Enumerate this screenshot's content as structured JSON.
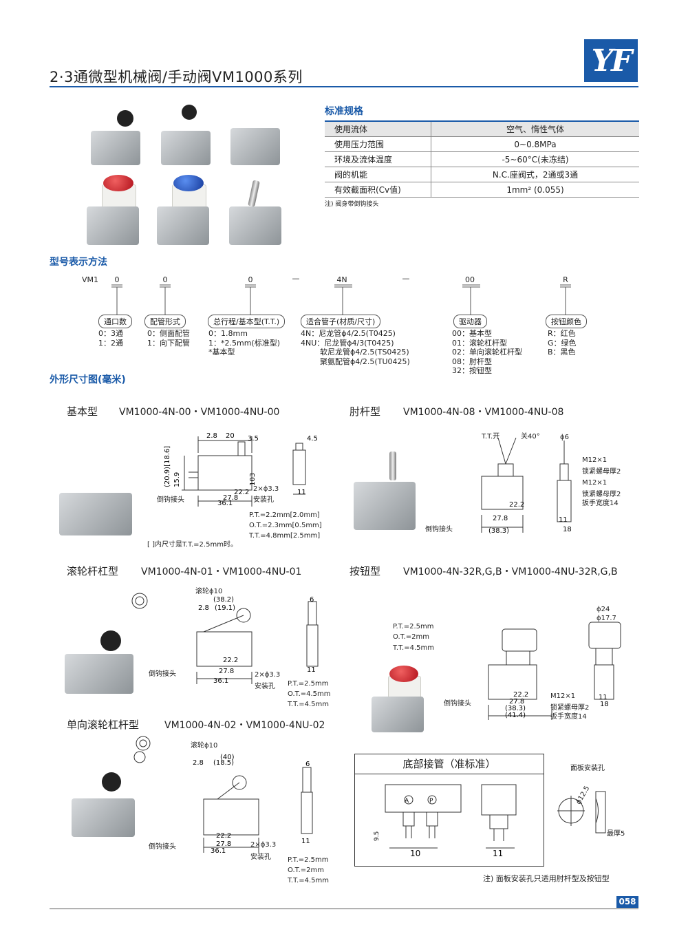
{
  "header": {
    "title": "2·3通微型机械阀/手动阀VM1000系列",
    "logo_text": "YF"
  },
  "spec": {
    "section_title": "标准规格",
    "rows": [
      {
        "label": "使用流体",
        "value": "空气、惰性气体"
      },
      {
        "label": "使用压力范围",
        "value": "0~0.8MPa"
      },
      {
        "label": "环境及流体温度",
        "value": "-5~60°C(未冻结)"
      },
      {
        "label": "阀的机能",
        "value": "N.C.座阀式，2通或3通"
      },
      {
        "label": "有效截面积(Cv值)",
        "value": "1mm² (0.055)"
      }
    ],
    "note": "注) 阀身带倒钩接头"
  },
  "model": {
    "section_title": "型号表示方法",
    "prefix": "VM1",
    "codes": [
      "0",
      "0",
      "0",
      "—",
      "4N",
      "—",
      "00",
      "R"
    ],
    "groups": [
      {
        "label": "通口数",
        "options": "0：3通\n1：2通"
      },
      {
        "label": "配管形式",
        "options": "0：侧面配管\n1：向下配管"
      },
      {
        "label": "总行程/基本型(T.T.)",
        "options": "0：1.8mm\n1：*2.5mm(标准型)\n*基本型"
      },
      {
        "label": "适合管子(材质/尺寸)",
        "options": "4N：尼龙管ϕ4/2.5(T0425)\n4NU：尼龙管ϕ4/3(T0425)\n        软尼龙管ϕ4/2.5(TS0425)\n        聚氨配管ϕ4/2.5(TU0425)"
      },
      {
        "label": "驱动器",
        "options": "00：基本型\n01：滚轮杠杆型\n02：单向滚轮杠杆型\n08：肘杆型\n32：按钮型"
      },
      {
        "label": "按钮颜色",
        "options": "R：红色\nG：绿色\nB：黑色"
      }
    ]
  },
  "dims": {
    "section_title": "外形尺寸图(毫米)",
    "basic": {
      "name": "基本型",
      "models": "VM1000-4N-00・VM1000-4NU-00",
      "pt": "P.T.=2.2mm[2.0mm]",
      "ot": "O.T.=2.3mm[0.5mm]",
      "tt": "T.T.=4.8mm[2.5mm]",
      "note": "[ ]内尺寸是T.T.=2.5mm时。"
    },
    "toggle": {
      "name": "肘杆型",
      "models": "VM1000-4N-08・VM1000-4NU-08"
    },
    "roller": {
      "name": "滚轮杆杠型",
      "models": "VM1000-4N-01・VM1000-4NU-01",
      "pt": "P.T.=2.5mm",
      "ot": "O.T.=4.5mm",
      "tt": "T.T.=4.5mm"
    },
    "button": {
      "name": "按钮型",
      "models": "VM1000-4N-32R,G,B・VM1000-4NU-32R,G,B",
      "pt": "P.T.=2.5mm",
      "ot": "O.T.=2mm",
      "tt": "T.T.=4.5mm"
    },
    "oneway": {
      "name": "单向滚轮杠杆型",
      "models": "VM1000-4N-02・VM1000-4NU-02",
      "pt": "P.T.=2.5mm",
      "ot": "O.T.=2mm",
      "tt": "T.T.=4.5mm"
    },
    "bottom": {
      "title": "底部接管（准标准）"
    },
    "panel": {
      "title": "面板安装孔",
      "thickness": "最厚5",
      "dia": "ϕ12.5"
    },
    "labels": {
      "barb": "倒钩接头",
      "mount": "安装孔",
      "mount_dia": "2×ϕ3.3",
      "nut1": "M12×1",
      "nut2": "锁紧螺母厚2",
      "wrench": "扳手宽度14",
      "roller10": "滚轮ϕ10",
      "tt_open": "T.T.开",
      "angle": "关40°",
      "phi6": "ϕ6",
      "phi24": "ϕ24",
      "phi177": "ϕ17.7"
    },
    "footnote": "注) 面板安装孔只适用肘杆型及按钮型"
  },
  "page_number": "058"
}
